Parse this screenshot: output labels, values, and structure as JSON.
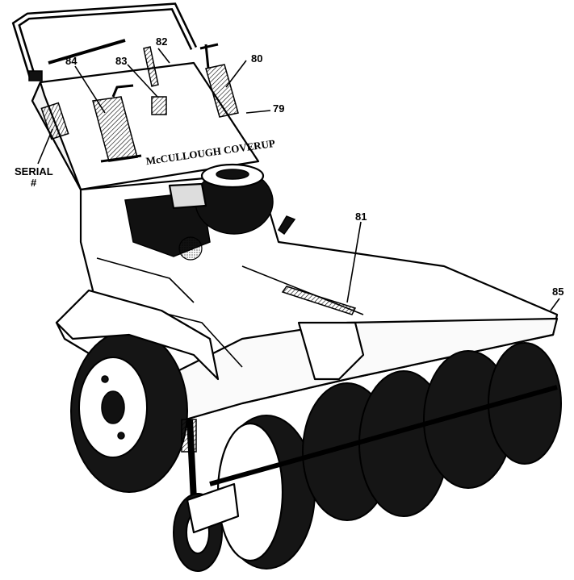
{
  "brand_label": "McCULLOUGH COVERUP",
  "callouts": {
    "c79": "79",
    "c80": "80",
    "c81": "81",
    "c82": "82",
    "c83": "83",
    "c84": "84",
    "c85": "85",
    "serial_line1": "SERIAL",
    "serial_line2": "#"
  }
}
